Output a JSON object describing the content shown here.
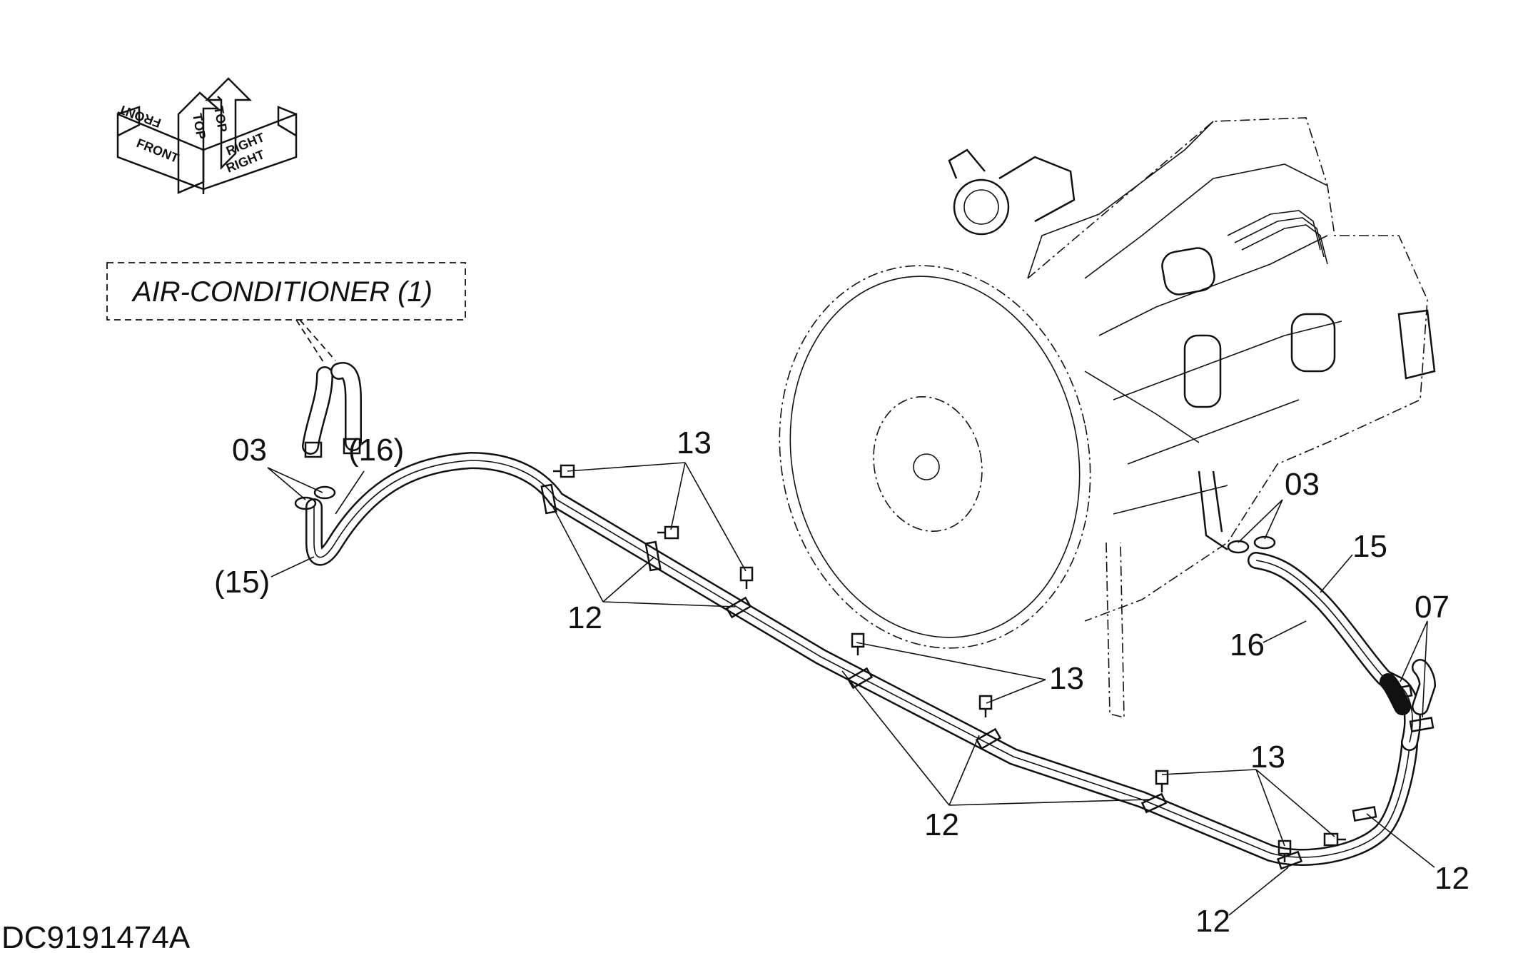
{
  "orientation_symbol": {
    "front": "FRONT",
    "top": "TOP",
    "right": "RIGHT"
  },
  "callout_box": {
    "label": "AIR-CONDITIONER (1)"
  },
  "part_labels": {
    "p03_left": "03",
    "p16_left": "(16)",
    "p15_left": "(15)",
    "p13_a": "13",
    "p12_a": "12",
    "p13_b": "13",
    "p12_b": "12",
    "p03_right": "03",
    "p15_right": "15",
    "p16_right": "16",
    "p07": "07",
    "p13_c": "13",
    "p12_c": "12",
    "p12_d": "12"
  },
  "drawing_code": "DC9191474A"
}
